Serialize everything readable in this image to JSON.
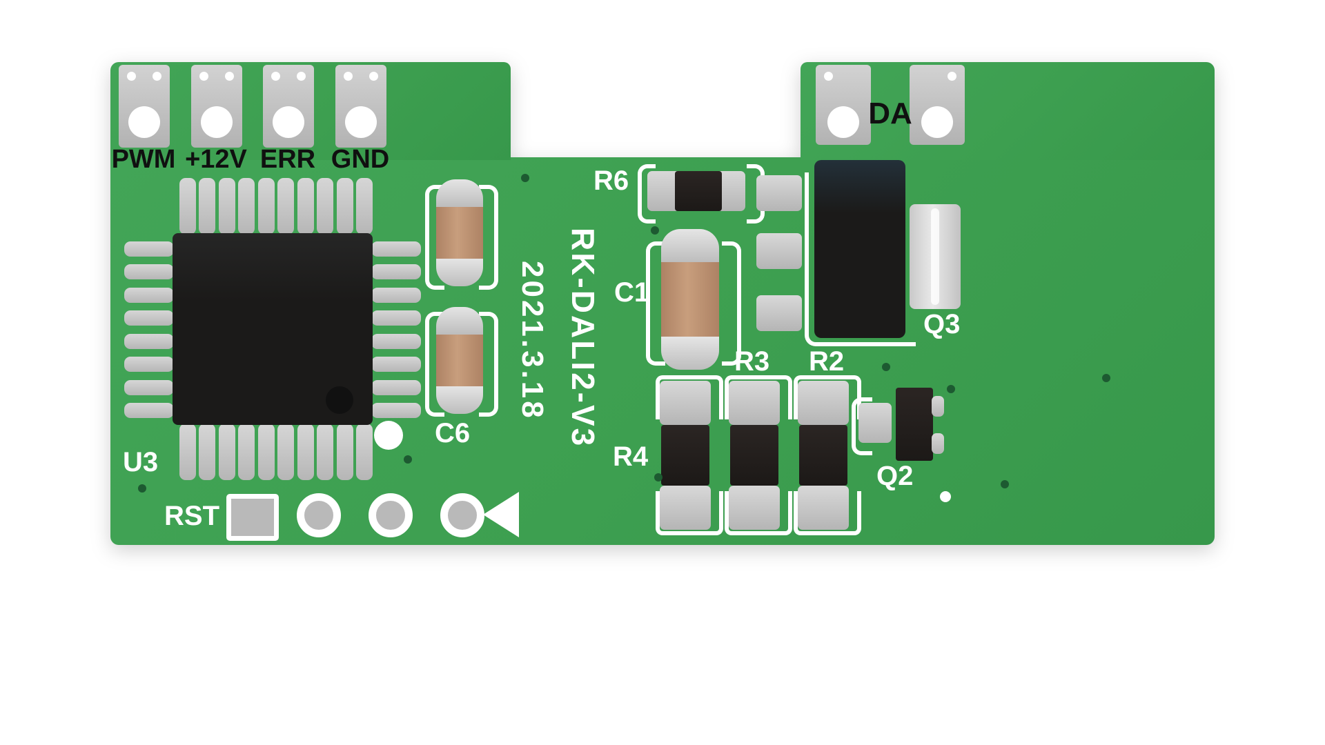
{
  "board": {
    "model": "RK-DALI2-V3",
    "date": "2021.3.18"
  },
  "connectors": {
    "top_left": [
      "PWM",
      "+12V",
      "ERR",
      "GND"
    ],
    "top_right_label": "DA"
  },
  "component_labels": {
    "u3": "U3",
    "rst": "RST",
    "c6": "C6",
    "r6": "R6",
    "c1": "C1",
    "q3": "Q3",
    "r3": "R3",
    "r2": "R2",
    "r4": "R4",
    "q2": "Q2"
  },
  "colors": {
    "board_green": "#3EA154",
    "silkscreen_white": "#FFFFFF",
    "connector_label_black": "#101010",
    "pad_silver": "#C2C2C2",
    "ic_black": "#1D1B19",
    "capacitor_body_tan": "#C09476"
  }
}
